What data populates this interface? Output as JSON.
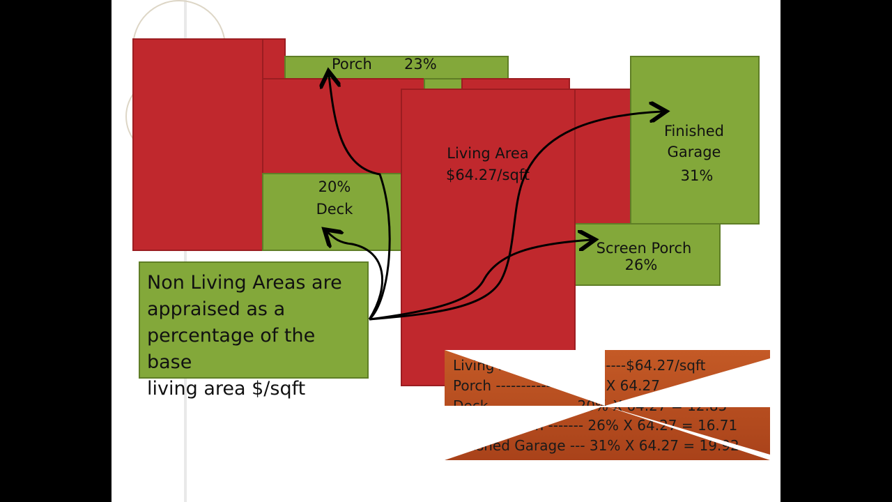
{
  "labels": {
    "porch": "Porch",
    "porch_pct": "23%",
    "living_area": "Living Area",
    "living_rate": "$64.27/sqft",
    "deck_pct": "20%",
    "deck": "Deck",
    "finished": "Finished",
    "garage": "Garage",
    "garage_pct": "31%",
    "screen_porch": "Screen Porch",
    "screen_pct": "26%"
  },
  "note": {
    "line1": "Non Living Areas are",
    "line2": "appraised as a",
    "line3": "percentage of the base",
    "line4": "living area $/sqft"
  },
  "calc": {
    "row1": "Living Area ------------------$64.27/sqft",
    "row2": "Porch -------------- 23% X 64.27",
    "row3": "Deck ---------------- 20% X 64.27 = 12.85",
    "row4": "Screen Porch ------- 26% X 64.27 = 16.71",
    "row5": "Finished Garage --- 31% X 64.27 = 19.92"
  },
  "colors": {
    "living": "#c0282d",
    "non_living": "#83a83a",
    "calc_box": "#b44a1f"
  }
}
